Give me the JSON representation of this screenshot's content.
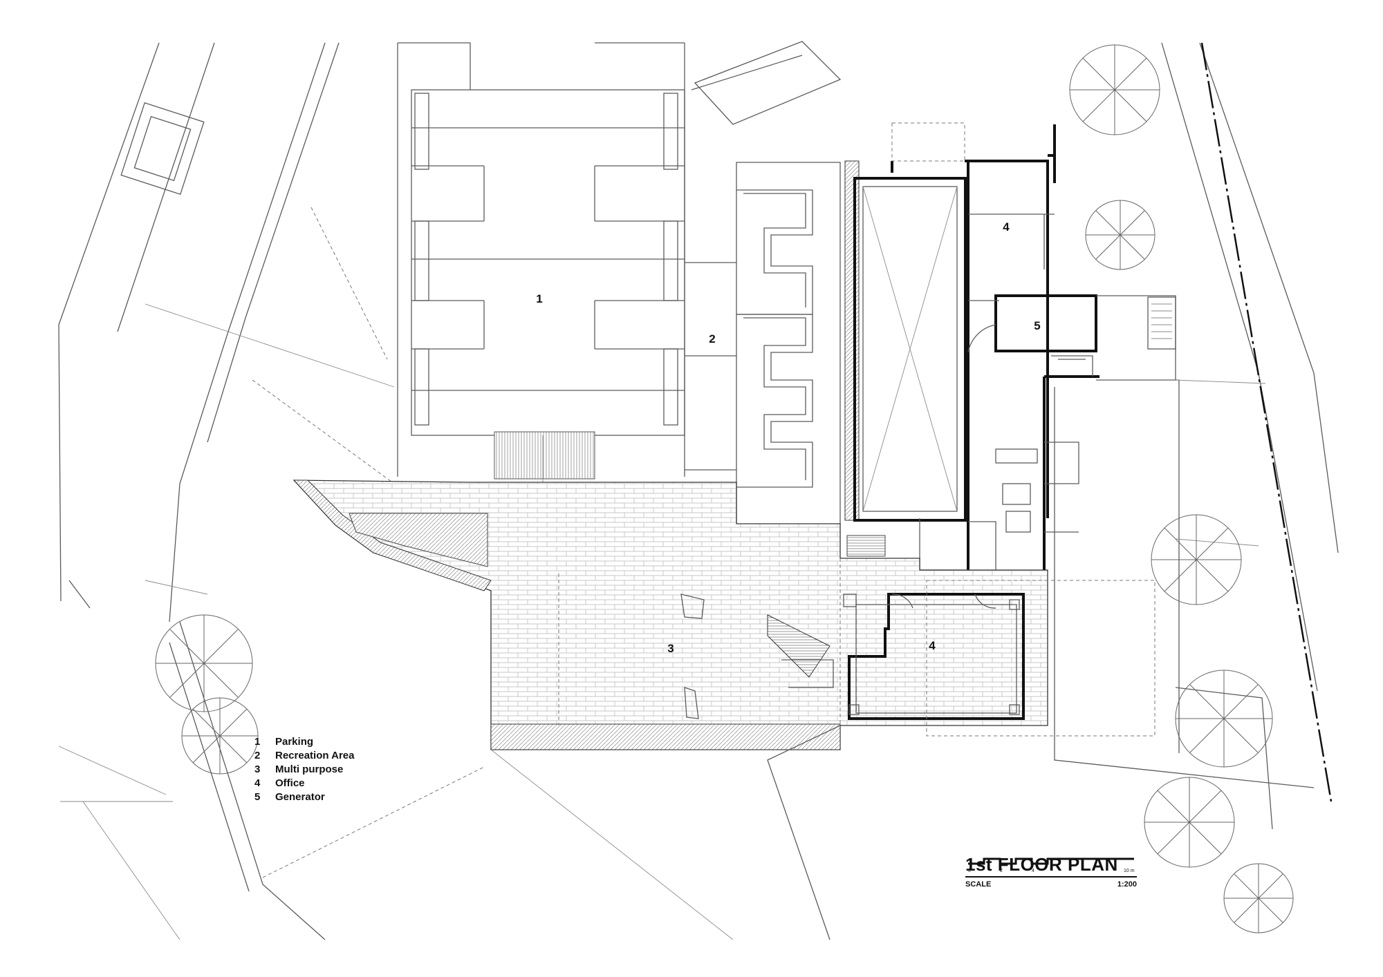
{
  "rooms": [
    {
      "number": "1"
    },
    {
      "number": "2"
    },
    {
      "number": "3"
    },
    {
      "number": "4"
    },
    {
      "number": "4"
    },
    {
      "number": "5"
    }
  ],
  "legend": [
    {
      "number": "1",
      "label": "Parking"
    },
    {
      "number": "2",
      "label": "Recreation Area"
    },
    {
      "number": "3",
      "label": "Multi purpose"
    },
    {
      "number": "4",
      "label": "Office"
    },
    {
      "number": "5",
      "label": "Generator"
    }
  ],
  "title_block": {
    "title": "1st FLOOR PLAN",
    "scale_label": "SCALE",
    "scale_value": "1:200"
  },
  "scale_bar": {
    "ticks": [
      "0",
      "2",
      "4",
      "10 m"
    ]
  }
}
